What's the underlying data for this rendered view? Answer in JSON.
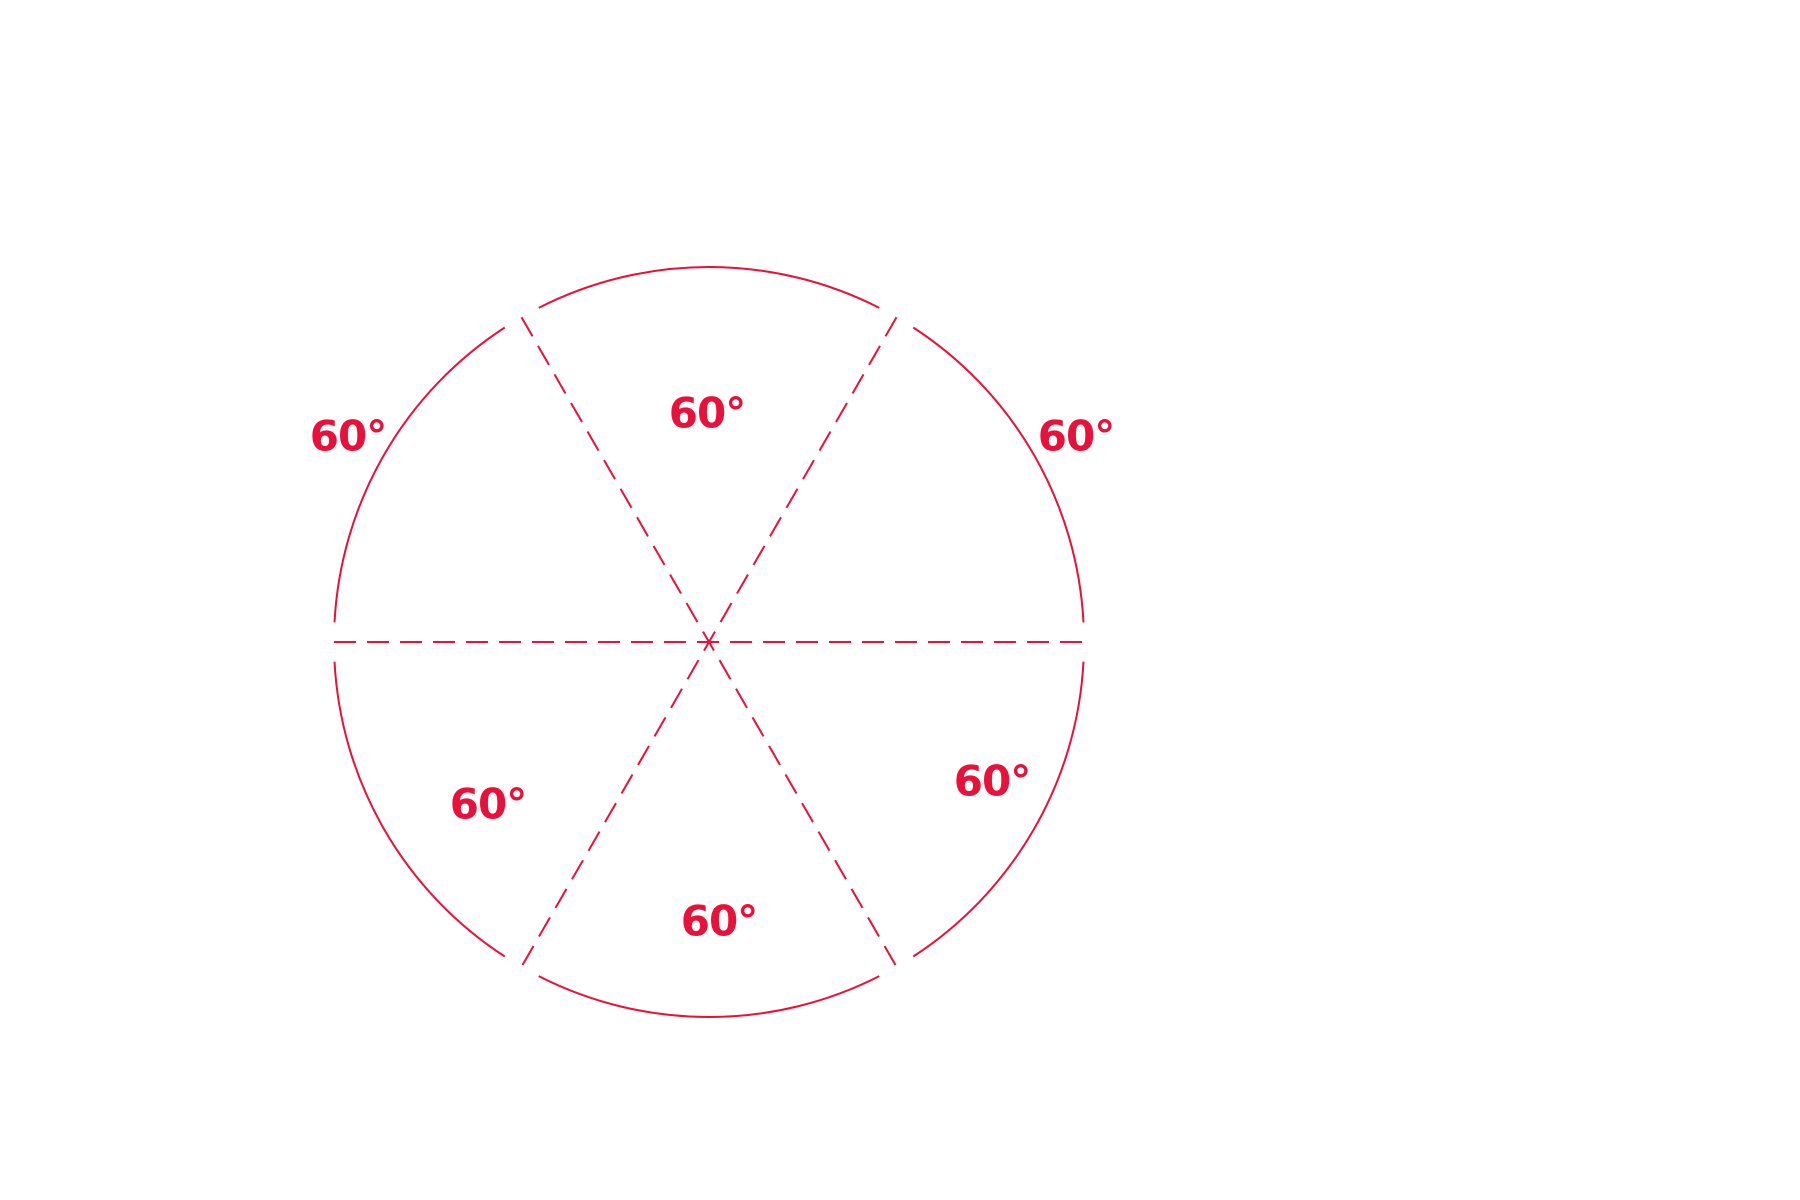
{
  "diagram": {
    "title": "Circle divided into six equal sectors",
    "color": "#e8113a",
    "sectors": 6,
    "labels": [
      "60°",
      "60°",
      "60°",
      "60°",
      "60°",
      "60°"
    ]
  }
}
